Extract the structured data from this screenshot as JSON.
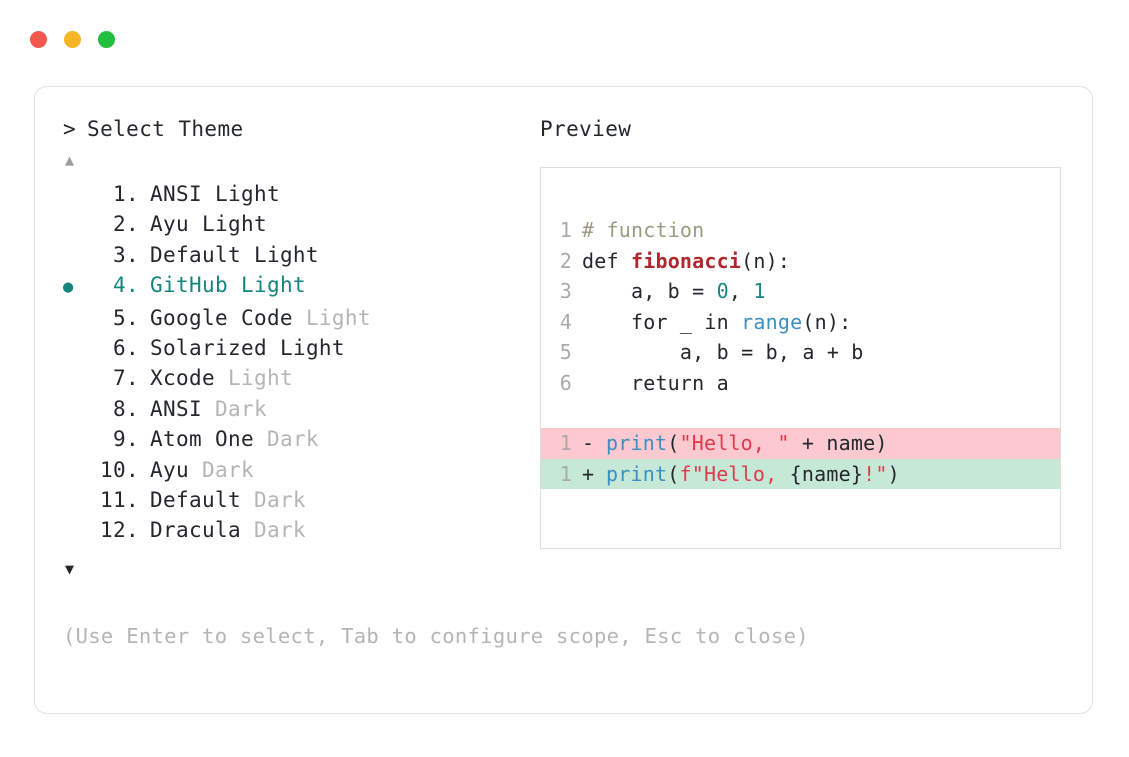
{
  "window": {
    "traffic_lights": [
      {
        "name": "close",
        "color": "#f5574d"
      },
      {
        "name": "minimize",
        "color": "#f6b524"
      },
      {
        "name": "maximize",
        "color": "#21bf3d"
      }
    ]
  },
  "left": {
    "prompt_caret": ">",
    "prompt_label": "Select Theme",
    "scroll_up_icon": "▲",
    "scroll_down_icon": "▼",
    "selected_bullet": "●",
    "selected_index": 4,
    "accent_color": "#15857e",
    "items": [
      {
        "num": "1.",
        "name": "ANSI",
        "variant": "Light",
        "variant_muted": false,
        "selected": false
      },
      {
        "num": "2.",
        "name": "Ayu",
        "variant": "Light",
        "variant_muted": false,
        "selected": false
      },
      {
        "num": "3.",
        "name": "Default",
        "variant": "Light",
        "variant_muted": false,
        "selected": false
      },
      {
        "num": "4.",
        "name": "GitHub",
        "variant": "Light",
        "variant_muted": false,
        "selected": true
      },
      {
        "num": "5.",
        "name": "Google Code",
        "variant": "Light",
        "variant_muted": true,
        "selected": false
      },
      {
        "num": "6.",
        "name": "Solarized",
        "variant": "Light",
        "variant_muted": false,
        "selected": false
      },
      {
        "num": "7.",
        "name": "Xcode",
        "variant": "Light",
        "variant_muted": true,
        "selected": false
      },
      {
        "num": "8.",
        "name": "ANSI",
        "variant": "Dark",
        "variant_muted": true,
        "selected": false
      },
      {
        "num": "9.",
        "name": "Atom One",
        "variant": "Dark",
        "variant_muted": true,
        "selected": false
      },
      {
        "num": "10.",
        "name": "Ayu",
        "variant": "Dark",
        "variant_muted": true,
        "selected": false
      },
      {
        "num": "11.",
        "name": "Default",
        "variant": "Dark",
        "variant_muted": true,
        "selected": false
      },
      {
        "num": "12.",
        "name": "Dracula",
        "variant": "Dark",
        "variant_muted": true,
        "selected": false
      }
    ],
    "hint": "(Use Enter to select, Tab to configure scope, Esc to close)"
  },
  "preview": {
    "title": "Preview",
    "code_lines": [
      {
        "ln": "1",
        "tokens": [
          {
            "t": "# function",
            "c": "tok-comment"
          }
        ]
      },
      {
        "ln": "2",
        "tokens": [
          {
            "t": "def ",
            "c": "tok-plain"
          },
          {
            "t": "fibonacci",
            "c": "tok-fn"
          },
          {
            "t": "(n):",
            "c": "tok-plain"
          }
        ]
      },
      {
        "ln": "3",
        "tokens": [
          {
            "t": "    a, b = ",
            "c": "tok-plain"
          },
          {
            "t": "0",
            "c": "tok-num"
          },
          {
            "t": ", ",
            "c": "tok-plain"
          },
          {
            "t": "1",
            "c": "tok-num"
          }
        ]
      },
      {
        "ln": "4",
        "tokens": [
          {
            "t": "    for _ in ",
            "c": "tok-plain"
          },
          {
            "t": "range",
            "c": "tok-builtin"
          },
          {
            "t": "(n):",
            "c": "tok-plain"
          }
        ]
      },
      {
        "ln": "5",
        "tokens": [
          {
            "t": "        a, b = b, a + b",
            "c": "tok-plain"
          }
        ]
      },
      {
        "ln": "6",
        "tokens": [
          {
            "t": "    return a",
            "c": "tok-plain"
          }
        ]
      }
    ],
    "diff_lines": [
      {
        "kind": "removed",
        "ln": "1",
        "sign": "-",
        "bg": "#fbc9cf",
        "tokens": [
          {
            "t": "print",
            "c": "tok-call"
          },
          {
            "t": "(",
            "c": "tok-plain"
          },
          {
            "t": "\"Hello, \"",
            "c": "tok-str"
          },
          {
            "t": " + name)",
            "c": "tok-plain"
          }
        ]
      },
      {
        "kind": "added",
        "ln": "1",
        "sign": "+",
        "bg": "#c5e9d6",
        "tokens": [
          {
            "t": "print",
            "c": "tok-call"
          },
          {
            "t": "(",
            "c": "tok-plain"
          },
          {
            "t": "f\"Hello, ",
            "c": "tok-str"
          },
          {
            "t": "{name}",
            "c": "tok-plain"
          },
          {
            "t": "!\"",
            "c": "tok-str"
          },
          {
            "t": ")",
            "c": "tok-plain"
          }
        ]
      }
    ]
  }
}
